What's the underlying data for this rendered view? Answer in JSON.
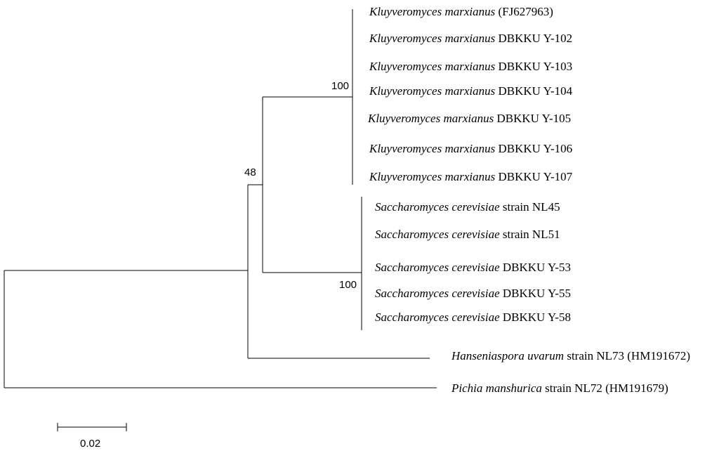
{
  "leaves": [
    {
      "species": "Kluyveromyces marxianus",
      "strain": " (FJ627963)"
    },
    {
      "species": "Kluyveromyces marxianus",
      "strain": " DBKKU Y-102"
    },
    {
      "species": "Kluyveromyces marxianus",
      "strain": " DBKKU Y-103"
    },
    {
      "species": "Kluyveromyces marxianus",
      "strain": " DBKKU Y-104"
    },
    {
      "species": "Kluyveromyces marxianus",
      "strain": " DBKKU Y-105"
    },
    {
      "species": "Kluyveromyces marxianus",
      "strain": " DBKKU Y-106"
    },
    {
      "species": "Kluyveromyces marxianus",
      "strain": " DBKKU Y-107"
    },
    {
      "species": "Saccharomyces cerevisiae",
      "strain": " strain NL45"
    },
    {
      "species": "Saccharomyces cerevisiae",
      "strain": " strain NL51"
    },
    {
      "species": "Saccharomyces cerevisiae",
      "strain": " DBKKU Y-53"
    },
    {
      "species": "Saccharomyces cerevisiae",
      "strain": " DBKKU Y-55"
    },
    {
      "species": "Saccharomyces cerevisiae",
      "strain": " DBKKU Y-58"
    },
    {
      "species": "Hanseniaspora uvarum",
      "strain": " strain NL73 (HM191672)"
    },
    {
      "species": "Pichia manshurica",
      "strain": " strain NL72 (HM191679)"
    }
  ],
  "bootstrap": {
    "kluyveromyces_clade": "100",
    "kluy_sacch_node": "48",
    "saccharomyces_clade": "100"
  },
  "scale_bar": {
    "label": "0.02"
  }
}
